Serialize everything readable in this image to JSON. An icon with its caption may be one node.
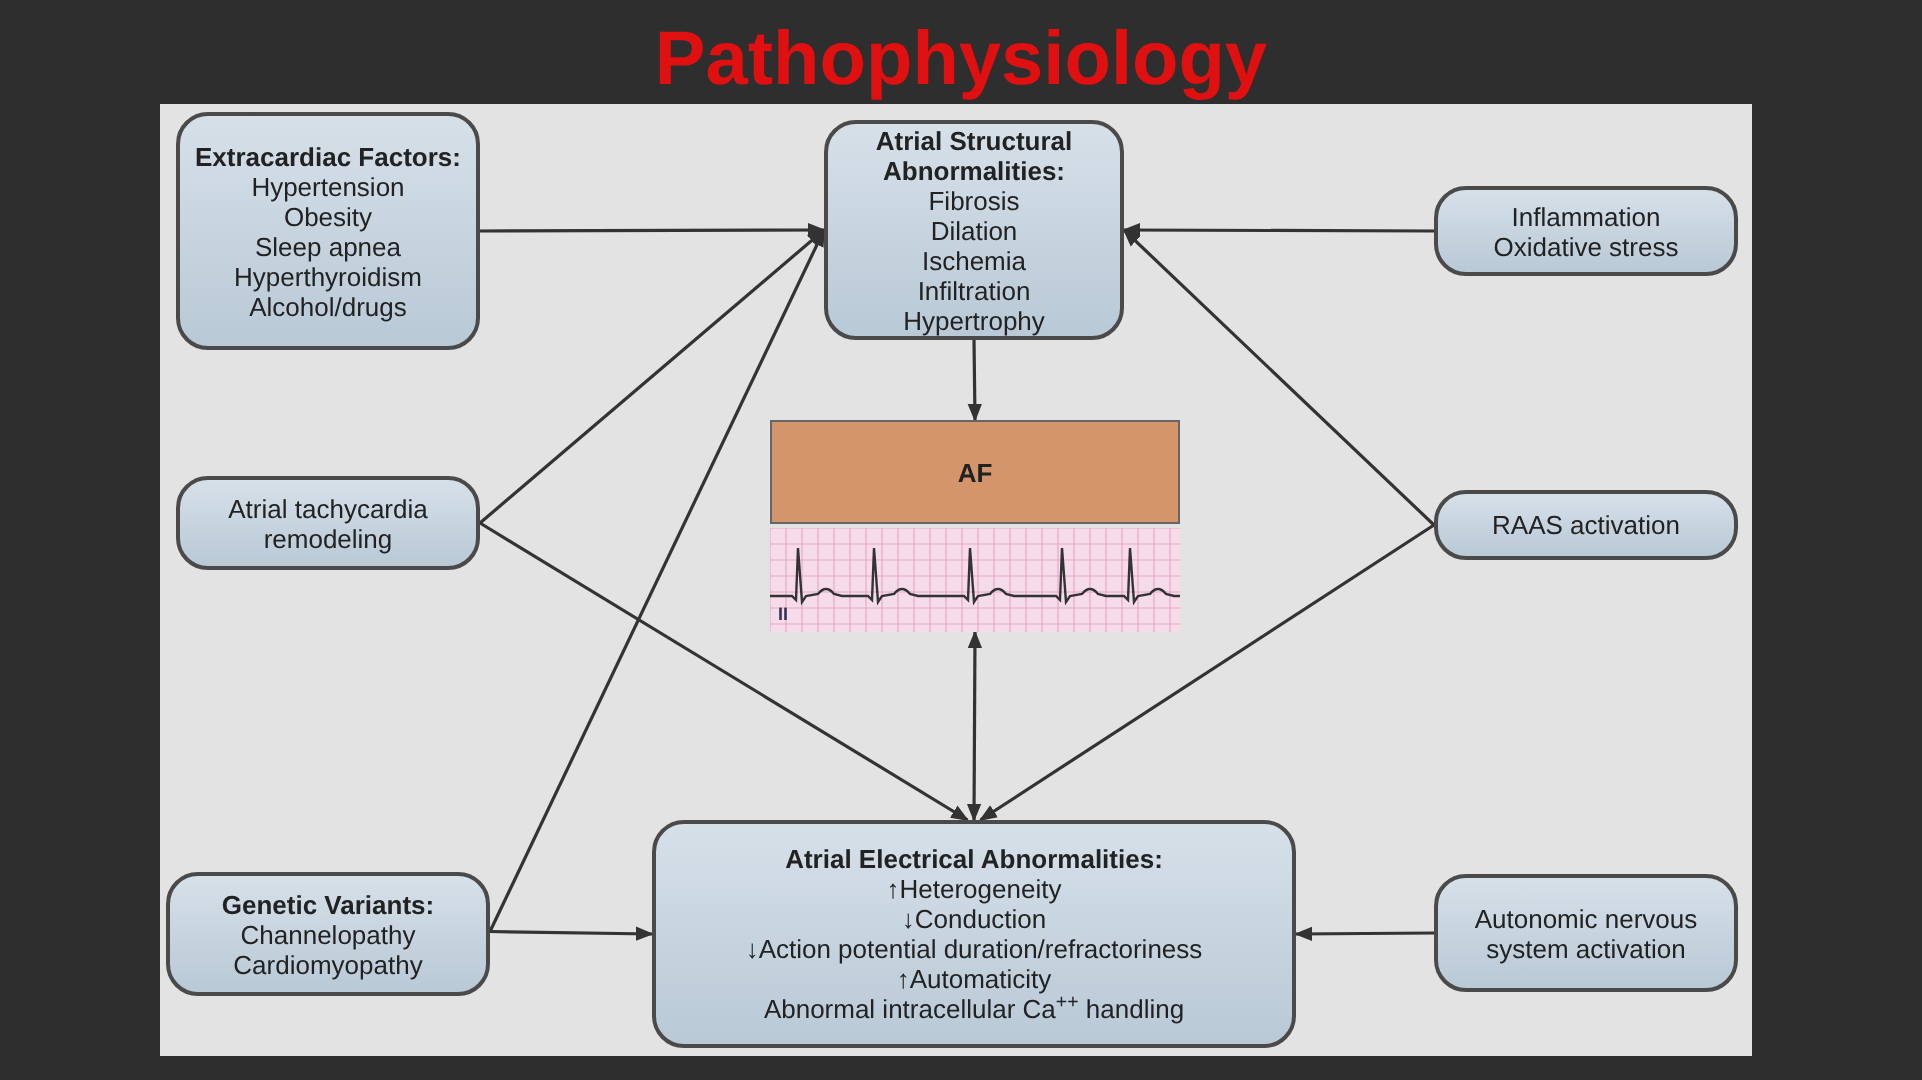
{
  "diagram": {
    "title": "Pathophysiology",
    "nodes": [
      {
        "text": [
          "**Extracardiac Factors:**",
          "Hypertension",
          "Obesity",
          "Sleep apnea",
          "Hyperthyroidism",
          "Alcohol/drugs"
        ]
      },
      {
        "text": [
          "**Atrial Structural Abnormalities:**",
          "Fibrosis",
          "Dilation",
          "Ischemia",
          "Infiltration",
          "Hypertrophy"
        ]
      },
      {
        "text": [
          "Inflammation",
          "Oxidative stress"
        ]
      },
      {
        "text": [
          "**AF**"
        ]
      },
      {
        "text": [],
        "shape": "picture"
      },
      {
        "text": [
          "Atrial tachycardia remodeling"
        ]
      },
      {
        "text": [
          "RAAS activation"
        ]
      },
      {
        "text": [
          "**Genetic Variants:**",
          "Channelopathy",
          "Cardiomyopathy"
        ]
      },
      {
        "text": [
          "**Atrial Electrical Abnormalities:**",
          "↑Heterogeneity",
          "↓Conduction",
          "↓Action potential duration/refractoriness",
          "↑Automaticity",
          "Abnormal intracellular Ca$^{++}$ handling"
        ]
      },
      {
        "text": [
          "Autonomic nervous system activation"
        ]
      }
    ],
    "edges": [
      {
        "from": 0,
        "to": 1,
        "arrow": "to"
      },
      {
        "from": 2,
        "to": 1,
        "arrow": "to"
      },
      {
        "from": 1,
        "to": 3,
        "arrow": "to"
      },
      {
        "from": 5,
        "to": 1,
        "arrow": "to"
      },
      {
        "from": 7,
        "to": 1,
        "arrow": "to"
      },
      {
        "from": 5,
        "to": 8,
        "arrow": "to"
      },
      {
        "from": 6,
        "to": 1,
        "arrow": "to"
      },
      {
        "from": 6,
        "to": 8,
        "arrow": "to"
      },
      {
        "from": 4,
        "to": 8,
        "arrow": "both"
      },
      {
        "from": 7,
        "to": 8,
        "arrow": "to"
      },
      {
        "from": 9,
        "to": 8,
        "arrow": "to"
      }
    ],
    "labels": [
      "II"
    ]
  }
}
